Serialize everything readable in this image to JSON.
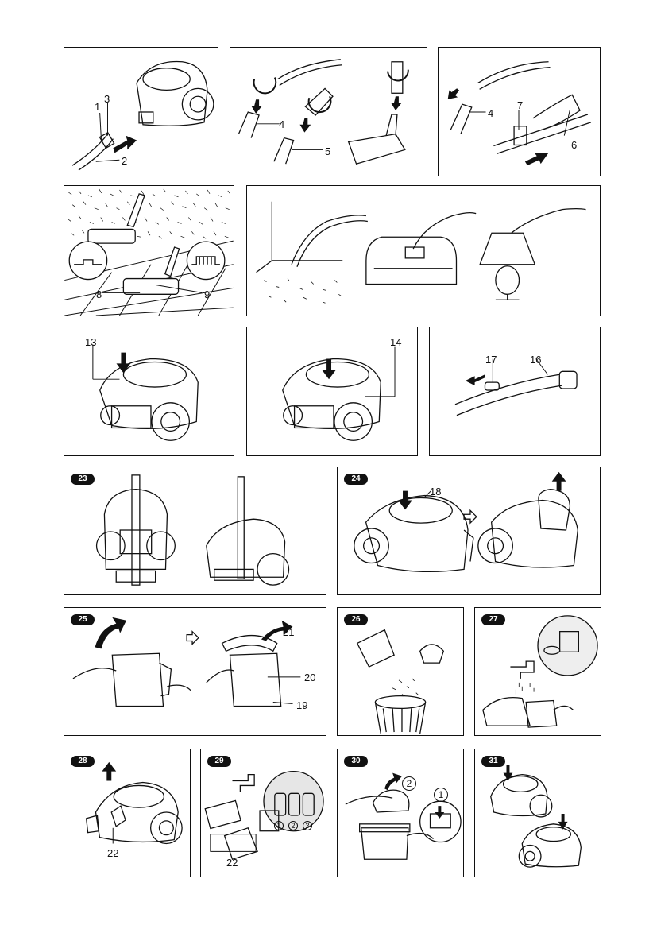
{
  "row1": {
    "p1": {
      "labels": [
        "1",
        "3",
        "2"
      ]
    },
    "p2": {
      "labels": [
        "4",
        "5"
      ]
    },
    "p3": {
      "labels": [
        "4",
        "7",
        "6"
      ]
    }
  },
  "row2": {
    "p4": {
      "labels": [
        "8",
        "9"
      ]
    }
  },
  "row3": {
    "p6": {
      "labels": [
        "13"
      ]
    },
    "p7": {
      "labels": [
        "14"
      ]
    },
    "p8": {
      "labels": [
        "17",
        "16"
      ]
    }
  },
  "steps": {
    "s23": "23",
    "s24": "24",
    "s25": "25",
    "s26": "26",
    "s27": "27",
    "s28": "28",
    "s29": "29",
    "s30": "30",
    "s31": "31"
  },
  "callouts": {
    "s24": [
      "18"
    ],
    "s25": [
      "21",
      "20",
      "19"
    ],
    "s28": [
      "22"
    ],
    "s29": [
      "22",
      "1",
      "2",
      "3"
    ],
    "s30": [
      "2",
      "1"
    ]
  }
}
